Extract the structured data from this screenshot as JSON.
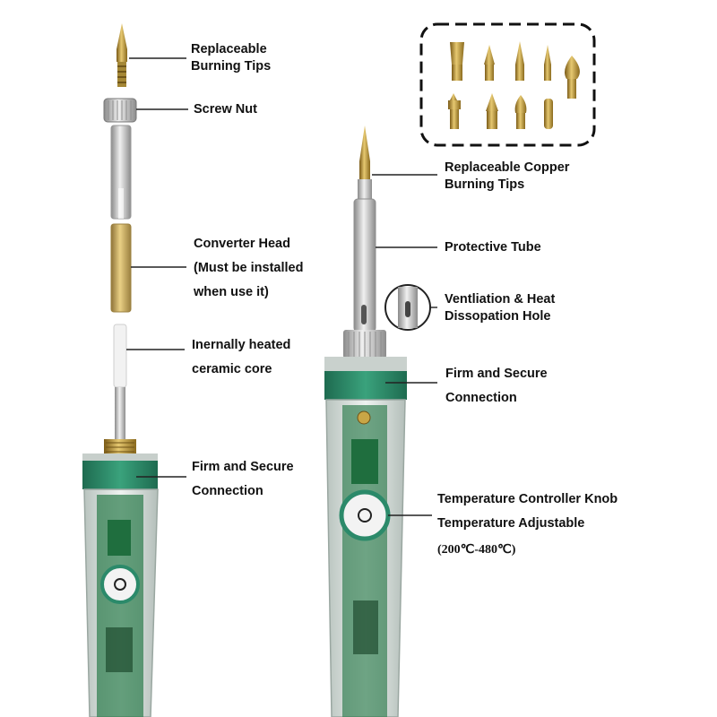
{
  "colors": {
    "brass": "#c9a646",
    "brass_dark": "#8a6a1e",
    "steel": "#c8c8c8",
    "handle_green": "#2e8b6a",
    "pcb_green": "#1f6e3e",
    "text": "#111111",
    "leader": "#222222"
  },
  "tips_box": {
    "icon": "burning-tips-icon",
    "count": 9
  },
  "exploded": {
    "tips_label": [
      "Replaceable",
      "Burning Tips"
    ],
    "nut_label": "Screw Nut",
    "converter_label": [
      "Converter Head",
      "(Must be installed",
      "when use it)"
    ],
    "core_label": [
      "Inernally heated",
      "ceramic core"
    ],
    "connection_label": [
      "Firm and Secure",
      "Connection"
    ]
  },
  "assembled": {
    "copper_tips_label": [
      "Replaceable Copper",
      "Burning Tips"
    ],
    "tube_label": "Protective Tube",
    "vent_label": [
      "Ventliation & Heat",
      "Dissopation Hole"
    ],
    "connection_label": [
      "Firm and Secure",
      "Connection"
    ],
    "knob_label": [
      "Temperature Controller Knob",
      "Temperature Adjustable"
    ],
    "range_label": "(200℃-480℃)"
  }
}
